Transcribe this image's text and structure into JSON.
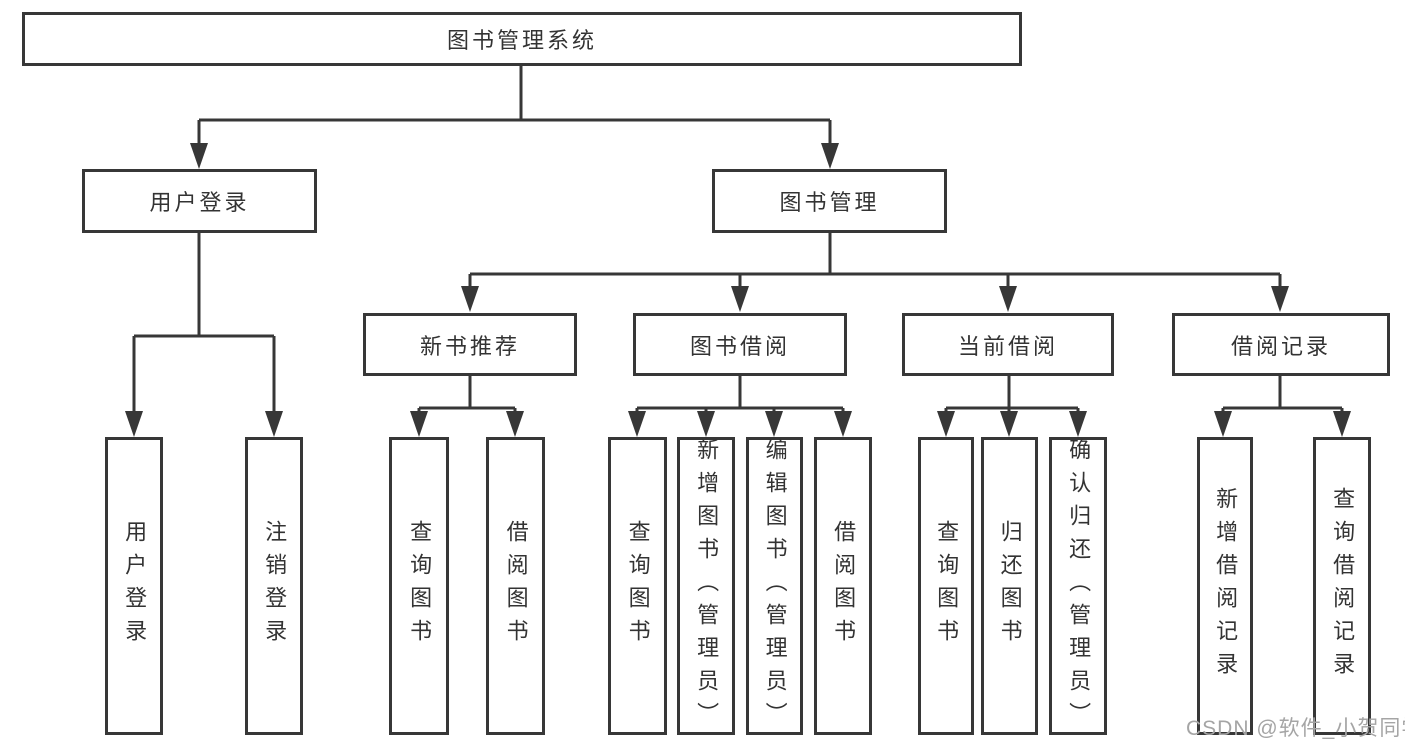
{
  "tree": {
    "label": "图书管理系统",
    "children": [
      {
        "label": "用户登录",
        "children": [
          {
            "label": "用户登录"
          },
          {
            "label": "注销登录"
          }
        ]
      },
      {
        "label": "图书管理",
        "children": [
          {
            "label": "新书推荐",
            "children": [
              {
                "label": "查询图书"
              },
              {
                "label": "借阅图书"
              }
            ]
          },
          {
            "label": "图书借阅",
            "children": [
              {
                "label": "查询图书"
              },
              {
                "label": "新增图书（管理员）"
              },
              {
                "label": "编辑图书（管理员）"
              },
              {
                "label": "借阅图书"
              }
            ]
          },
          {
            "label": "当前借阅",
            "children": [
              {
                "label": "查询图书"
              },
              {
                "label": "归还图书"
              },
              {
                "label": "确认归还（管理员）"
              }
            ]
          },
          {
            "label": "借阅记录",
            "children": [
              {
                "label": "新增借阅记录"
              },
              {
                "label": "查询借阅记录"
              }
            ]
          }
        ]
      }
    ]
  },
  "watermark": {
    "text": "CSDN @软件_小贺同学"
  },
  "colors": {
    "line": "#373737",
    "text": "#333333",
    "watermark": "#a5a5a5",
    "background": "#ffffff"
  }
}
